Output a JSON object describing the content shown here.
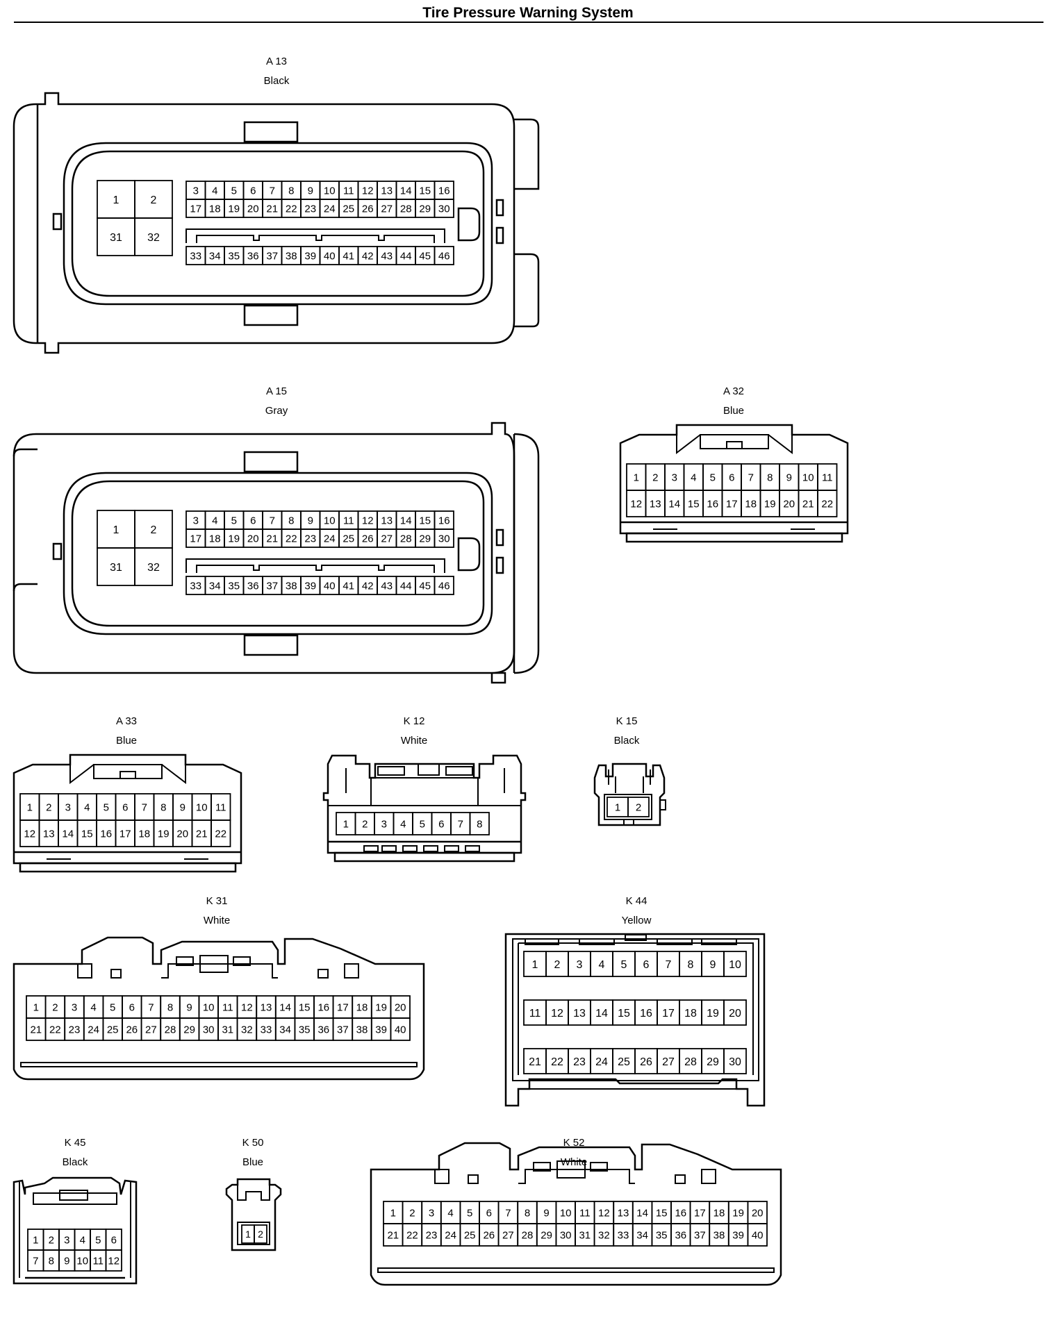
{
  "page_title": "Tire Pressure Warning System",
  "connectors": [
    {
      "id": "a13",
      "code": "A 13",
      "color": "Black"
    },
    {
      "id": "a15",
      "code": "A 15",
      "color": "Gray"
    },
    {
      "id": "a32",
      "code": "A 32",
      "color": "Blue"
    },
    {
      "id": "a33",
      "code": "A 33",
      "color": "Blue"
    },
    {
      "id": "k12",
      "code": "K 12",
      "color": "White"
    },
    {
      "id": "k15",
      "code": "K 15",
      "color": "Black"
    },
    {
      "id": "k31",
      "code": "K 31",
      "color": "White"
    },
    {
      "id": "k44",
      "code": "K 44",
      "color": "Yellow"
    },
    {
      "id": "k45",
      "code": "K 45",
      "color": "Black"
    },
    {
      "id": "k50",
      "code": "K 50",
      "color": "Blue"
    },
    {
      "id": "k52",
      "code": "K 52",
      "color": "White"
    }
  ]
}
